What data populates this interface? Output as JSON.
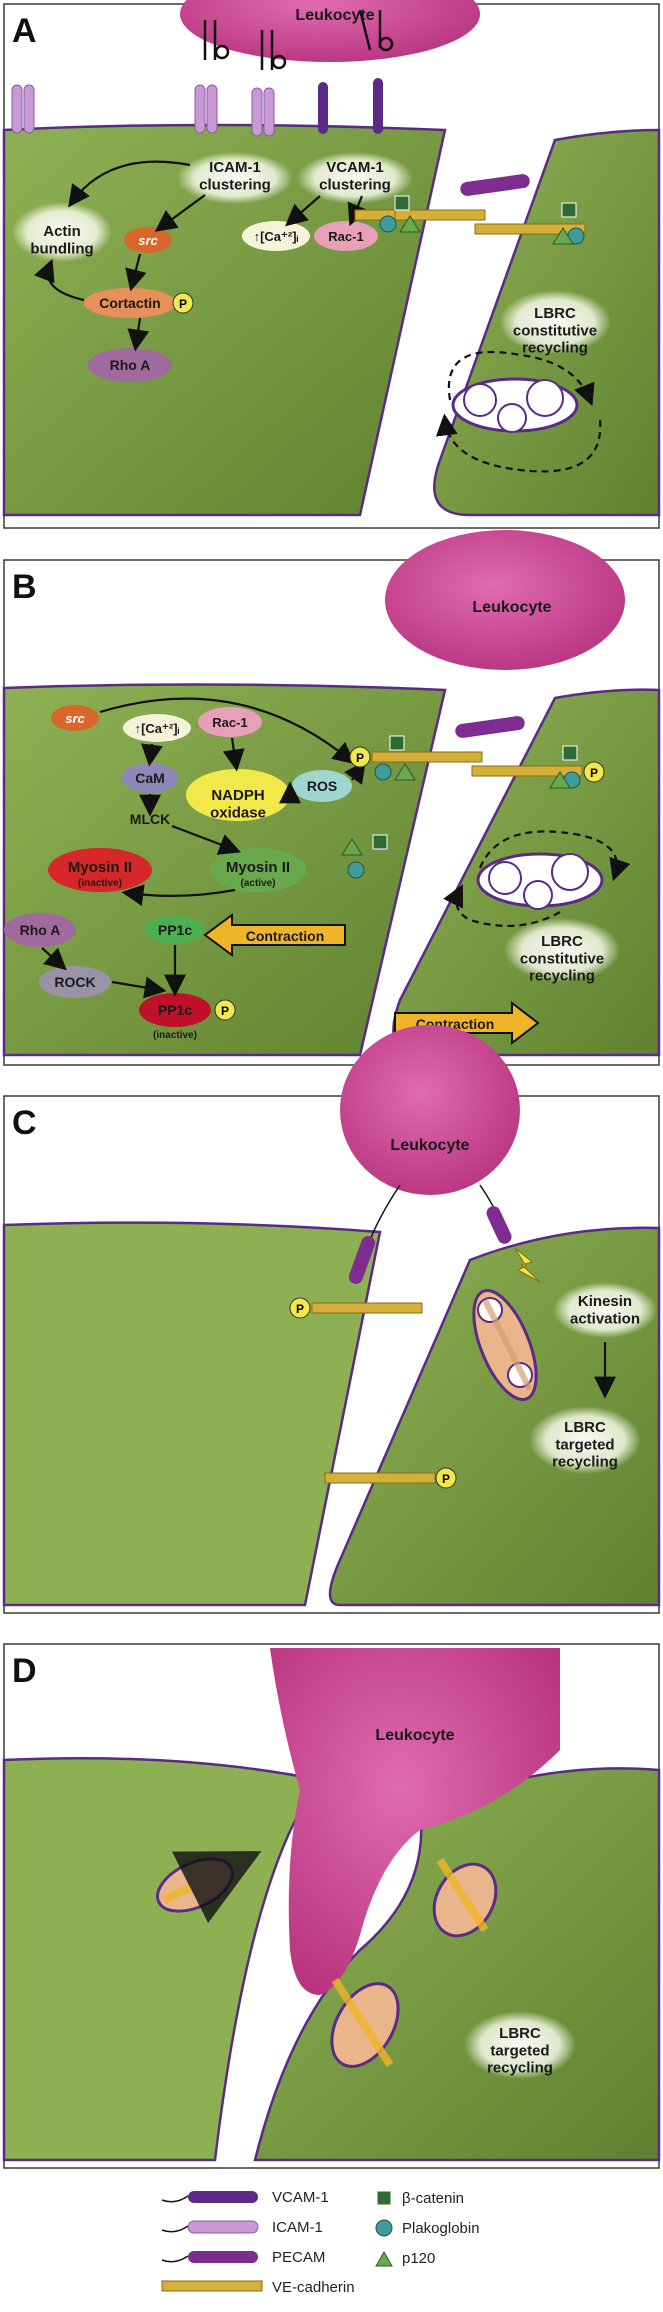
{
  "panels": {
    "a": {
      "letter": "A",
      "leukocyte": "Leukocyte",
      "icam_clustering": "ICAM-1 clustering",
      "vcam_clustering": "VCAM-1 clustering",
      "actin_bundling": "Actin bundling",
      "src": "src",
      "cortactin": "Cortactin",
      "rhoa": "Rho A",
      "ca": "↑[Ca⁺²]ᵢ",
      "rac1": "Rac-1",
      "lbrc": "LBRC constitutive recycling"
    },
    "b": {
      "letter": "B",
      "leukocyte": "Leukocyte",
      "src": "src",
      "ca": "↑[Ca⁺²]ᵢ",
      "rac1": "Rac-1",
      "cam": "CaM",
      "nadph": "NADPH oxidase",
      "ros": "ROS",
      "mlck": "MLCK",
      "myosin_inactive": "Myosin II",
      "myosin_active": "Myosin II",
      "inactive_tag": "(inactive)",
      "active_tag": "(active)",
      "rhoa": "Rho A",
      "pp1c": "PP1c",
      "rock": "ROCK",
      "pp1c_inactive": "PP1c",
      "contraction_left": "Contraction",
      "contraction_right": "Contraction",
      "lbrc": "LBRC constitutive recycling"
    },
    "c": {
      "letter": "C",
      "leukocyte": "Leukocyte",
      "kinesin": "Kinesin activation",
      "lbrc": "LBRC targeted recycling"
    },
    "d": {
      "letter": "D",
      "leukocyte": "Leukocyte",
      "lbrc": "LBRC targeted recycling"
    }
  },
  "phospho_label": "P",
  "legend": {
    "vcam": "VCAM-1",
    "icam": "ICAM-1",
    "pecam": "PECAM",
    "vecad": "VE-cadherin",
    "bcat": "β-catenin",
    "plako": "Plakoglobin",
    "p120": "p120"
  },
  "colors": {
    "cell": "#7a9c3e",
    "leukocyte": "#c8438f",
    "vcam": "#5b2a86",
    "icam": "#c79ad6",
    "pecam": "#7d2c8f",
    "vecad": "#d4b03a",
    "bcat": "#2e6b34",
    "plako": "#3f9c98",
    "p120": "#6aa84f",
    "phospho": "#f2e84a"
  }
}
